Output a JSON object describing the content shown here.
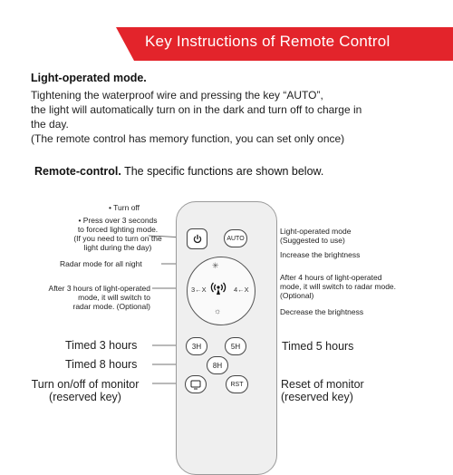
{
  "banner": {
    "title": "Key Instructions of Remote Control",
    "color": "#e3242b"
  },
  "light_mode": {
    "heading": "Light-operated mode.",
    "lines": [
      "Tightening the waterproof wire and pressing the key “AUTO”,",
      "the light will automatically turn on in the dark and turn off to charge in",
      "the day.",
      "(The remote control has memory function, you can set only once)"
    ]
  },
  "remote_control": {
    "heading": "Remote-control.",
    "text": " The specific functions are shown below."
  },
  "buttons": {
    "auto": "AUTO",
    "h3": "3H",
    "h5": "5H",
    "h8": "8H",
    "rst": "RST",
    "left_ring": "3←X",
    "right_ring": "4←X"
  },
  "labels": {
    "turn_off": "• Turn off",
    "press_over": [
      "• Press over 3 seconds",
      "to forced lighting mode.",
      "(If you need to turn on the",
      "light during the day)"
    ],
    "radar_all_night": "Radar mode for all night",
    "after3": [
      "After 3 hours of light-operated",
      "mode, it will switch to",
      "radar mode. (Optional)"
    ],
    "light_operated": [
      "Light-operated  mode",
      "(Suggested to use)"
    ],
    "increase": "Increase the brightness",
    "after4": [
      "After 4 hours of light-operated",
      "mode, it will switch to radar mode.",
      "(Optional)"
    ],
    "decrease": "Decrease the brightness",
    "timed3": "Timed 3 hours",
    "timed5": "Timed 5 hours",
    "timed8": "Timed 8 hours",
    "monitor": [
      "Turn on/off of monitor",
      "(reserved key)"
    ],
    "reset": [
      "Reset of monitor",
      "(reserved key)"
    ]
  }
}
